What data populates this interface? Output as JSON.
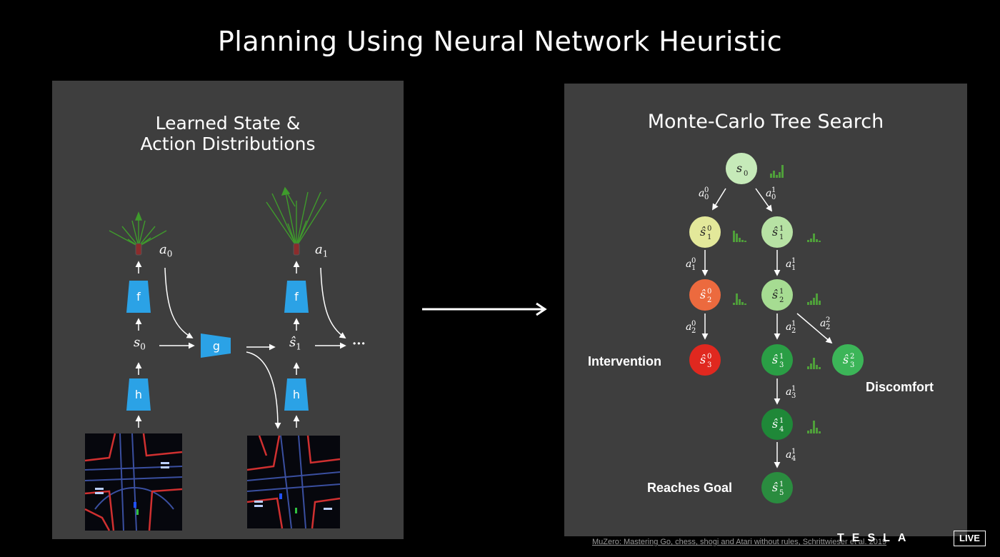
{
  "slide": {
    "title": "Planning Using Neural Network Heuristic"
  },
  "left_panel": {
    "title_line1": "Learned State &",
    "title_line2": "Action Distributions",
    "functions": {
      "prediction": "f",
      "representation": "h",
      "dynamics": "g"
    },
    "labels": {
      "a0": "a",
      "a0_sub": "0",
      "a1": "a",
      "a1_sub": "1",
      "s0": "s",
      "s0_sub": "0",
      "s1": "ŝ",
      "s1_sub": "1",
      "ellipsis": "···"
    }
  },
  "right_panel": {
    "title": "Monte-Carlo Tree Search",
    "outcomes": {
      "intervention": "Intervention",
      "discomfort": "Discomfort",
      "reaches_goal": "Reaches Goal"
    },
    "nodes": [
      {
        "id": "s0",
        "base": "s",
        "sub": "0",
        "sup": "",
        "color": "#c6eab9"
      },
      {
        "id": "s1_0",
        "base": "ŝ",
        "sub": "1",
        "sup": "0",
        "color": "#e3e89a"
      },
      {
        "id": "s1_1",
        "base": "ŝ",
        "sub": "1",
        "sup": "1",
        "color": "#b7e2a4"
      },
      {
        "id": "s2_0",
        "base": "ŝ",
        "sub": "2",
        "sup": "0",
        "color": "#ec6a3e"
      },
      {
        "id": "s2_1",
        "base": "ŝ",
        "sub": "2",
        "sup": "1",
        "color": "#a6dc92"
      },
      {
        "id": "s3_0",
        "base": "ŝ",
        "sub": "3",
        "sup": "0",
        "color": "#e0281f"
      },
      {
        "id": "s3_1",
        "base": "ŝ",
        "sub": "3",
        "sup": "1",
        "color": "#2a9e45"
      },
      {
        "id": "s3_2",
        "base": "ŝ",
        "sub": "3",
        "sup": "2",
        "color": "#3cb558"
      },
      {
        "id": "s4_1",
        "base": "ŝ",
        "sub": "4",
        "sup": "1",
        "color": "#1f8838"
      },
      {
        "id": "s5_1",
        "base": "ŝ",
        "sub": "5",
        "sup": "1",
        "color": "#2a8c3f"
      }
    ],
    "edges": [
      {
        "base": "a",
        "sub": "0",
        "sup": "0"
      },
      {
        "base": "a",
        "sub": "0",
        "sup": "1"
      },
      {
        "base": "a",
        "sub": "1",
        "sup": "0"
      },
      {
        "base": "a",
        "sub": "1",
        "sup": "1"
      },
      {
        "base": "a",
        "sub": "2",
        "sup": "0"
      },
      {
        "base": "a",
        "sub": "2",
        "sup": "1"
      },
      {
        "base": "a",
        "sub": "2",
        "sup": "2"
      },
      {
        "base": "a",
        "sub": "3",
        "sup": "1"
      },
      {
        "base": "a",
        "sub": "4",
        "sup": "1"
      }
    ]
  },
  "footer": {
    "credit": "MuZero: Mastering Go, chess, shogi and Atari without rules, Schrittwieser et al. 2019",
    "brand": "TESLA",
    "live_badge": "LIVE"
  },
  "colors": {
    "function_box": "#2ba2e6",
    "panel_bg": "#3e3e3e",
    "bar_green": "#4f9f3a"
  }
}
